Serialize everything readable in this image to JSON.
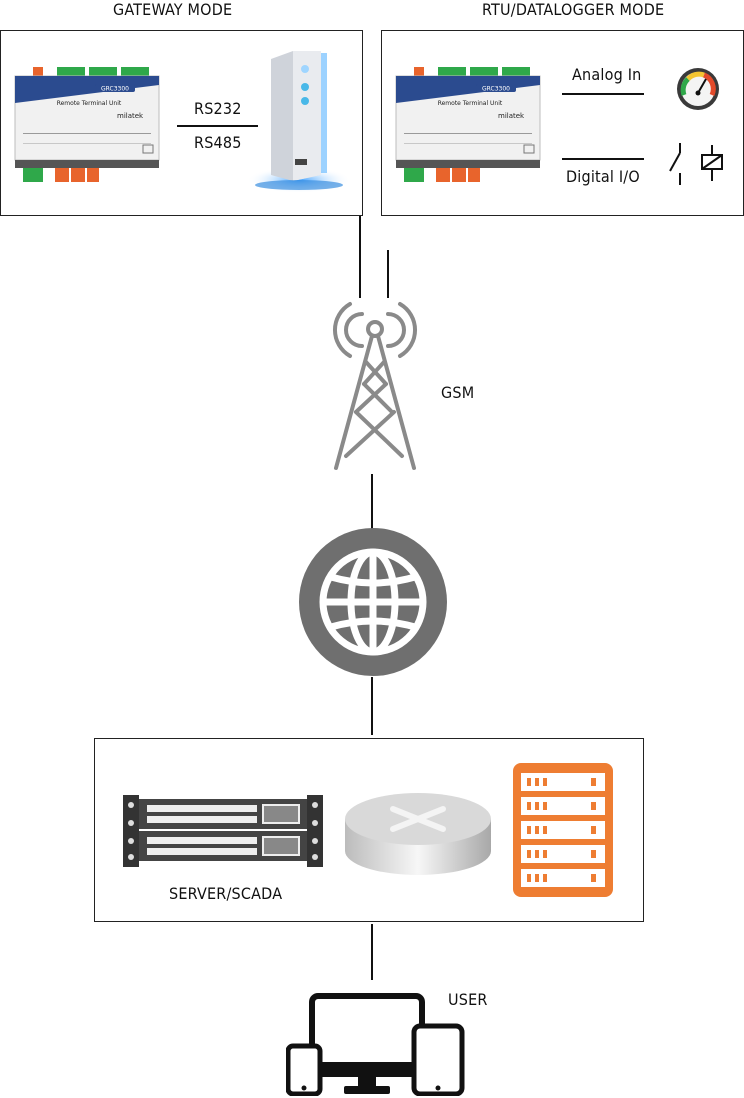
{
  "headings": {
    "gateway_mode": "GATEWAY MODE",
    "rtu_mode": "RTU/DATALOGGER MODE"
  },
  "device": {
    "model_badge": "GRC3300",
    "name": "Remote Terminal Unit",
    "brand": "milatek"
  },
  "gateway": {
    "link_top": "RS232",
    "link_bottom": "RS485"
  },
  "rtu": {
    "analog_label": "Analog In",
    "digital_label": "Digital I/O"
  },
  "network": {
    "gsm_label": "GSM"
  },
  "server": {
    "label": "SERVER/SCADA"
  },
  "user": {
    "label": "USER"
  },
  "colors": {
    "tower_gray": "#8a8a8a",
    "globe_gray": "#6f6f6f",
    "server_orange": "#ee7d32",
    "terminal_green": "#2fa84a",
    "terminal_orange": "#e8642c",
    "device_blue": "#2b4b8f"
  },
  "icons": [
    "rtu-device-icon",
    "modem-icon",
    "gauge-icon",
    "relay-icon",
    "cell-tower-icon",
    "globe-icon",
    "rack-server-icon",
    "router-icon",
    "server-stack-icon",
    "devices-icon"
  ]
}
